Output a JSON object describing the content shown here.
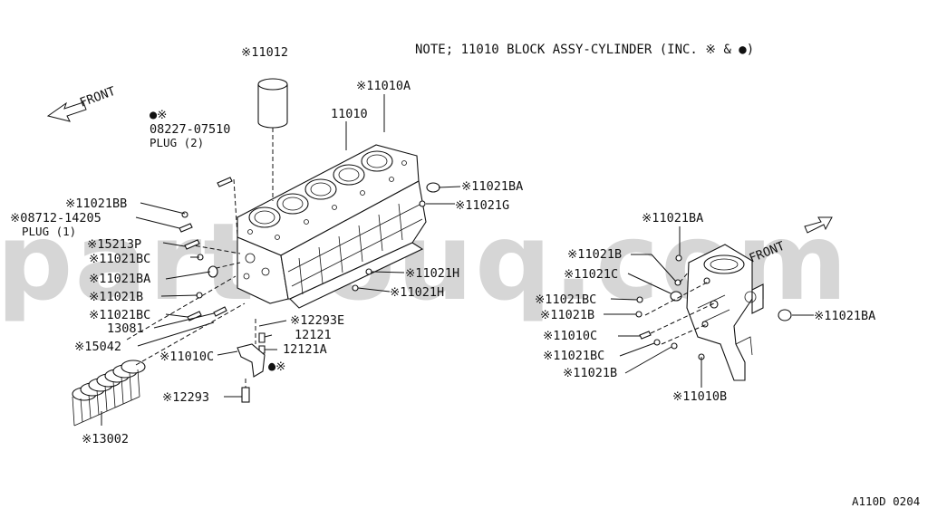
{
  "note": "NOTE; 11010 BLOCK ASSY-CYLINDER (INC. ※ & ●)",
  "front_left": "FRONT",
  "front_right": "FRONT",
  "watermark": "partsouq.com",
  "figure_code": "A110D 0204",
  "labels": {
    "l11012": "※11012",
    "l11010A": "※11010A",
    "l11010": "11010",
    "plug2_mark": "●※",
    "plug2_part": "08227-07510",
    "plug2_name": "PLUG (2)",
    "l11021BB": "※11021BB",
    "l08712": "※08712-14205",
    "plug1_name": "PLUG (1)",
    "l15213P": "※15213P",
    "l11021BC_1": "※11021BC",
    "l11021BA_1": "※11021BA",
    "l11021B_1": "※11021B",
    "l11021BC_2": "※11021BC",
    "l13081": "13081",
    "l15042": "※15042",
    "l11010C_1": "※11010C",
    "l12293E": "※12293E",
    "l12121": "12121",
    "l12121A": "12121A",
    "dot_mark": "●※",
    "l12293": "※12293",
    "l13002": "※13002",
    "l11021BA_2": "※11021BA",
    "l11021G": "※11021G",
    "l11021H_1": "※11021H",
    "l11021H_2": "※11021H",
    "r11021BA_top": "※11021BA",
    "r11021B_1": "※11021B",
    "r11021C": "※11021C",
    "r11021BC_1": "※11021BC",
    "r11021B_2": "※11021B",
    "r11010C": "※11010C",
    "r11021BC_2": "※11021BC",
    "r11021B_3": "※11021B",
    "r11010B": "※11010B",
    "r11021BA_right": "※11021BA"
  }
}
